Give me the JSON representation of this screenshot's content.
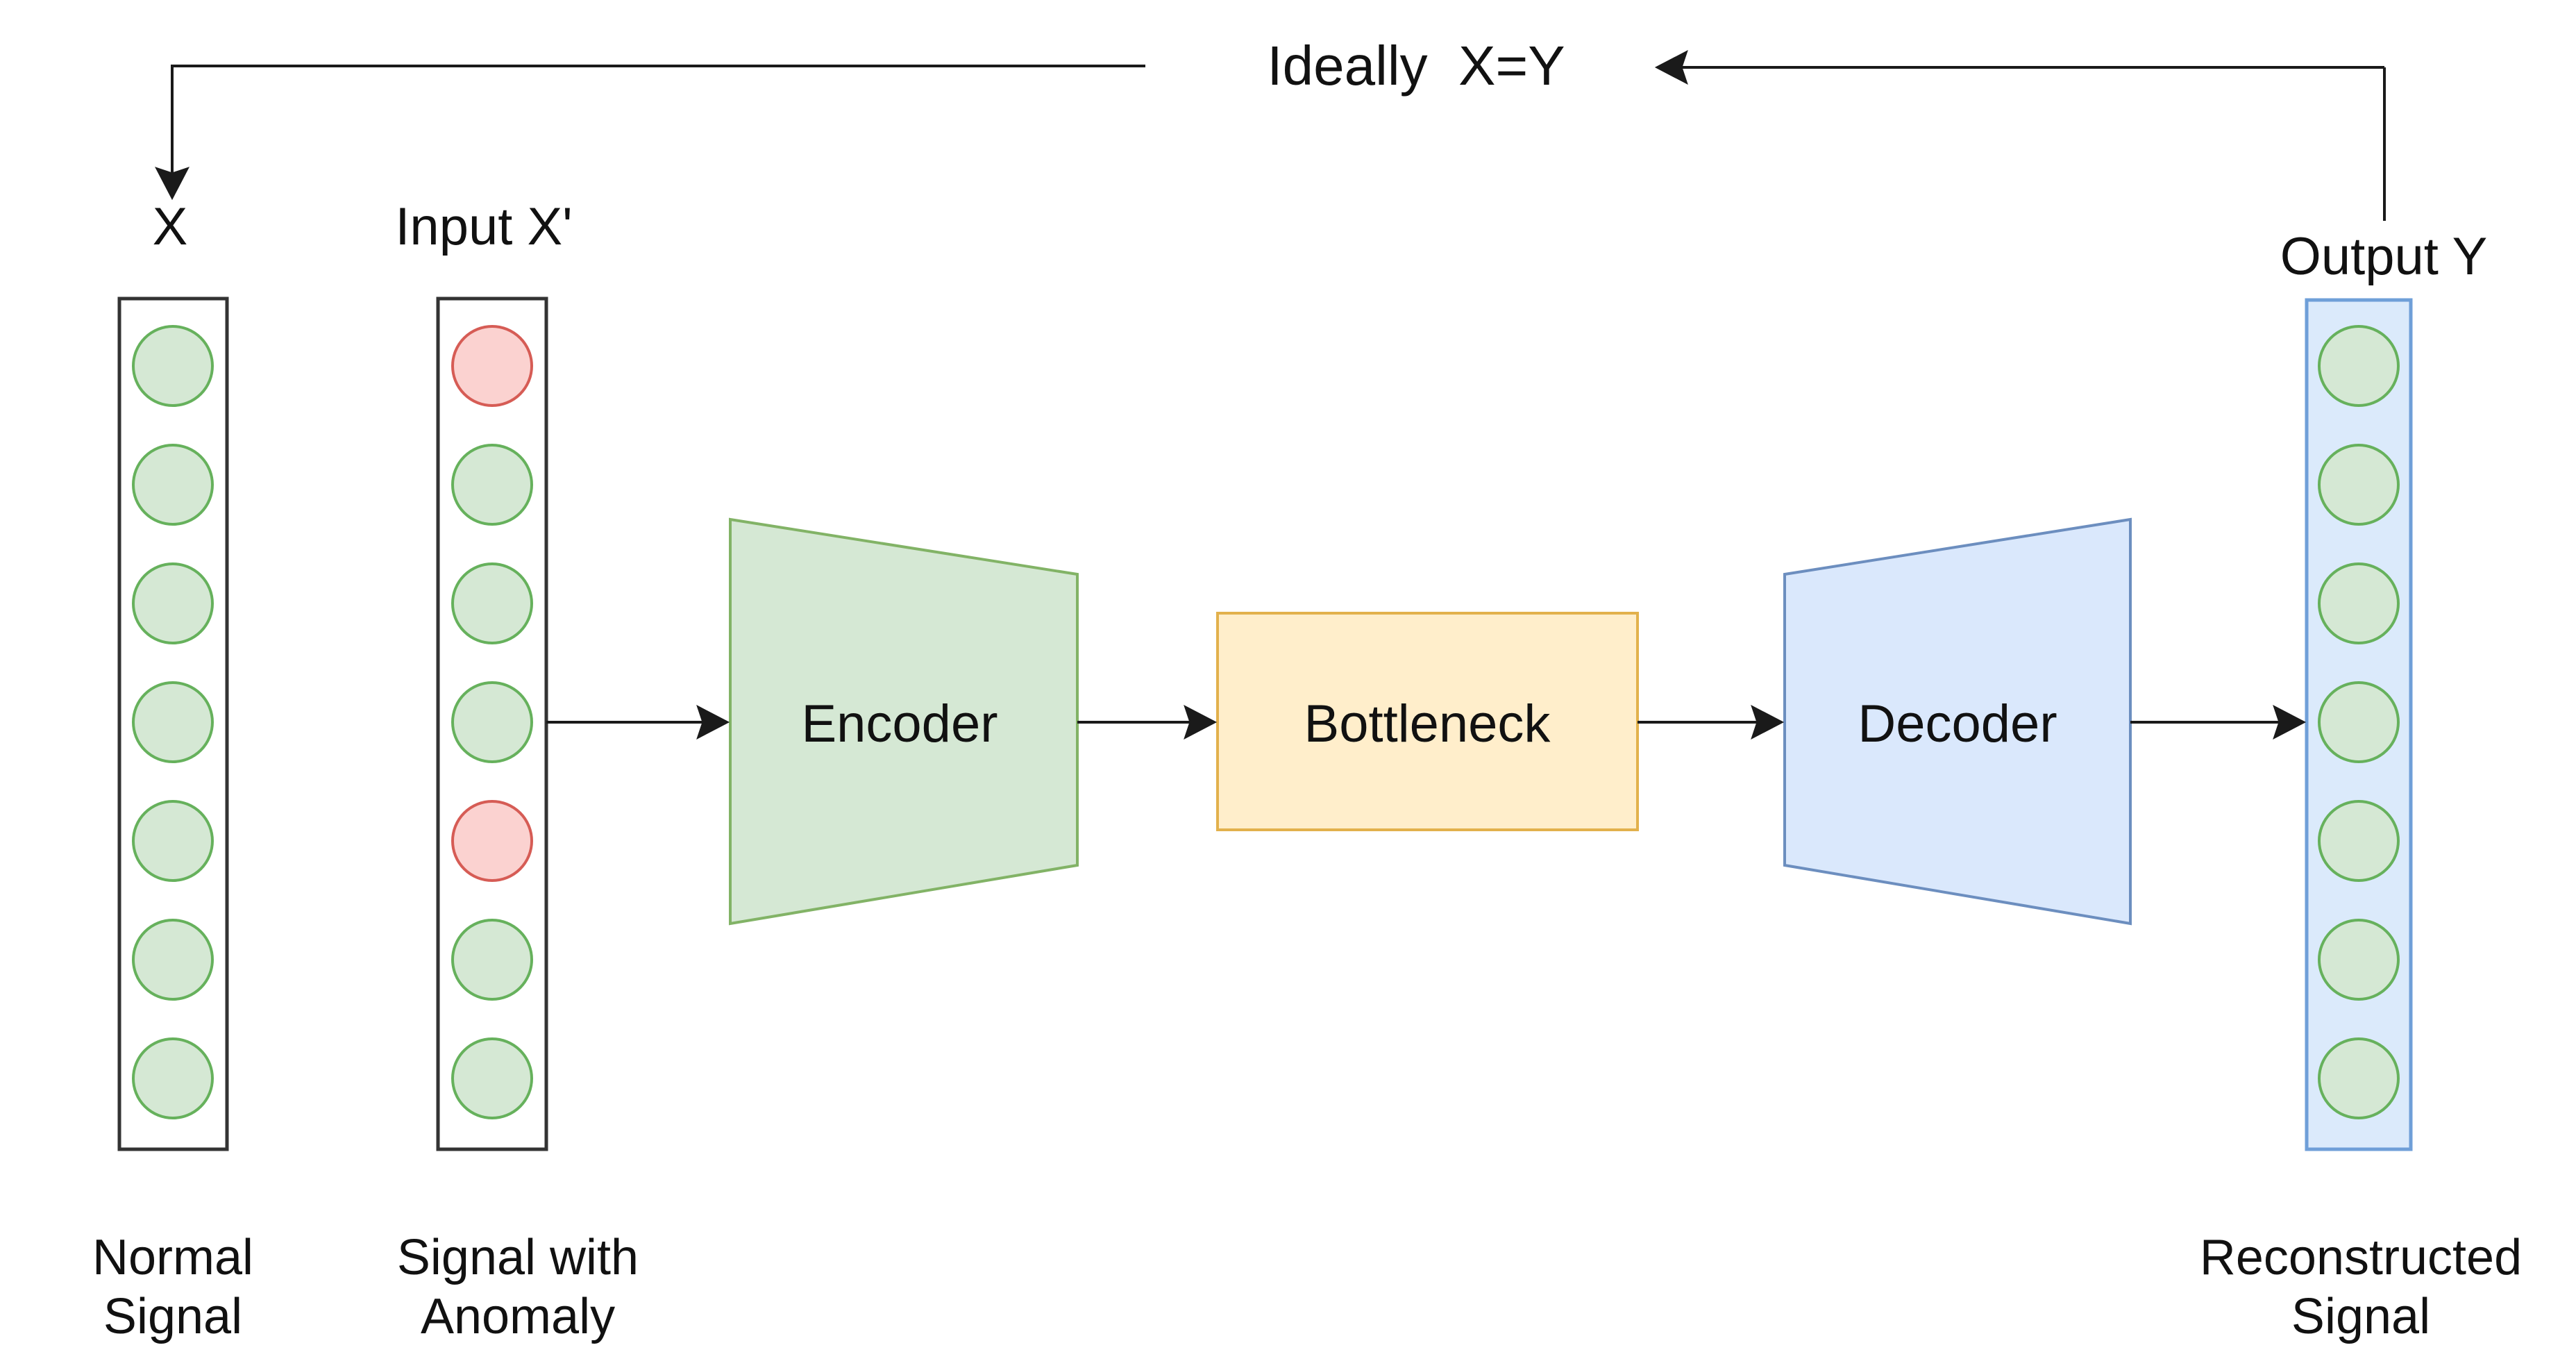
{
  "diagram": {
    "type": "autoencoder-anomaly-detection",
    "feedback_label": "Ideally  X=Y",
    "columns": {
      "x": {
        "title": "X",
        "caption_line1": "Normal",
        "caption_line2": "Signal"
      },
      "x_prime": {
        "title": "Input X'",
        "caption_line1": "Signal with",
        "caption_line2": "Anomaly"
      },
      "y": {
        "title": "Output Y",
        "caption_line1": "Reconstructed",
        "caption_line2": "Signal"
      }
    },
    "blocks": {
      "encoder_label": "Encoder",
      "bottleneck_label": "Bottleneck",
      "decoder_label": "Decoder"
    },
    "nodes": {
      "x": [
        "normal",
        "normal",
        "normal",
        "normal",
        "normal",
        "normal",
        "normal"
      ],
      "x_prime": [
        "anomaly",
        "normal",
        "normal",
        "normal",
        "anomaly",
        "normal",
        "normal"
      ],
      "y": [
        "normal",
        "normal",
        "normal",
        "normal",
        "normal",
        "normal",
        "normal"
      ]
    },
    "colors": {
      "node_normal_fill": "#d5e8d4",
      "node_normal_stroke": "#66b15c",
      "node_anomaly_fill": "#fbd2d0",
      "node_anomaly_stroke": "#d65c55",
      "encoder_fill": "#d5e8d4",
      "encoder_stroke": "#82b366",
      "bottleneck_fill": "#ffeecb",
      "bottleneck_stroke": "#e2b14c",
      "decoder_fill": "#dae8fc",
      "decoder_stroke": "#6c8ebf",
      "output_column_fill": "#dbeafb",
      "output_column_stroke": "#6f9fd8",
      "signal_column_fill": "#ffffff",
      "signal_column_stroke": "#333333",
      "line_color": "#1a1a1a"
    }
  }
}
